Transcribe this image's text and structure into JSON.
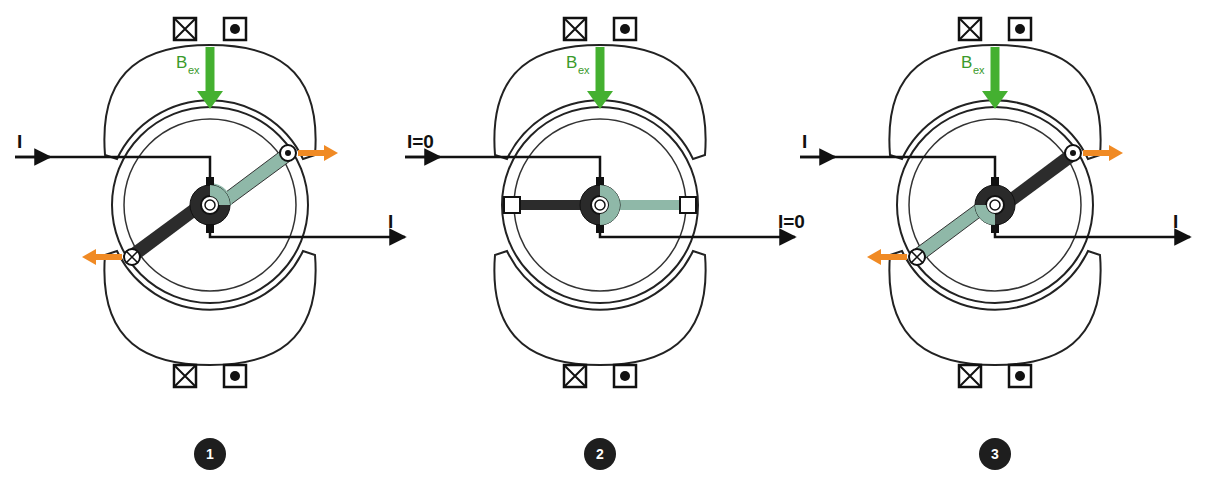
{
  "diagram": {
    "nodes": [
      {
        "text": [
          "1"
        ]
      },
      {
        "text": [
          "2"
        ]
      },
      {
        "text": [
          "3"
        ]
      }
    ],
    "labels": [
      "B",
      "ex",
      "I",
      "I",
      "B",
      "ex",
      "I=0",
      "I=0",
      "B",
      "ex",
      "I",
      "I"
    ]
  }
}
